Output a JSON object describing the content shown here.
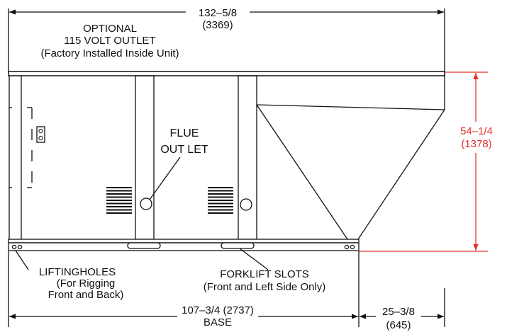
{
  "dimensions": {
    "overall_width": "132–5/8",
    "overall_width_mm": "(3369)",
    "height": "54–1/4",
    "height_mm": "(1378)",
    "base_width": "107–3/4 (2737)",
    "base_label": "BASE",
    "end_offset": "25–3/8",
    "end_offset_mm": "(645)"
  },
  "labels": {
    "outlet_line1": "OPTIONAL",
    "outlet_line2": "115 VOLT OUTLET",
    "outlet_line3": "(Factory Installed Inside Unit)",
    "flue_line1": "FLUE",
    "flue_line2": "OUT LET",
    "lifting_line1": "LIFTINGHOLES",
    "lifting_line2": "(For Rigging",
    "lifting_line3": "Front and Back)",
    "forklift_line1": "FORKLIFT SLOTS",
    "forklift_line2": "(Front and Left Side Only)"
  },
  "colors": {
    "line": "#111111",
    "height_dimension": "#e0312f"
  }
}
